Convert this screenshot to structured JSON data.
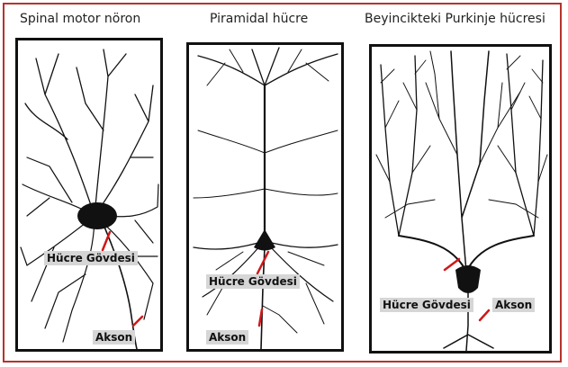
{
  "panels": [
    {
      "title": "Spinal motor nöron",
      "labels": {
        "body": "Hücre Gövdesi",
        "axon": "Akson"
      }
    },
    {
      "title": "Piramidal hücre",
      "labels": {
        "body": "Hücre Gövdesi",
        "axon": "Akson"
      }
    },
    {
      "title": "Beyincikteki Purkinje hücresi",
      "labels": {
        "body": "Hücre Gövdesi",
        "axon": "Akson"
      }
    }
  ],
  "colors": {
    "frame": "#b5332b",
    "leader": "#d01818",
    "label_bg": "#d6d6d6",
    "neuron": "#111111"
  }
}
